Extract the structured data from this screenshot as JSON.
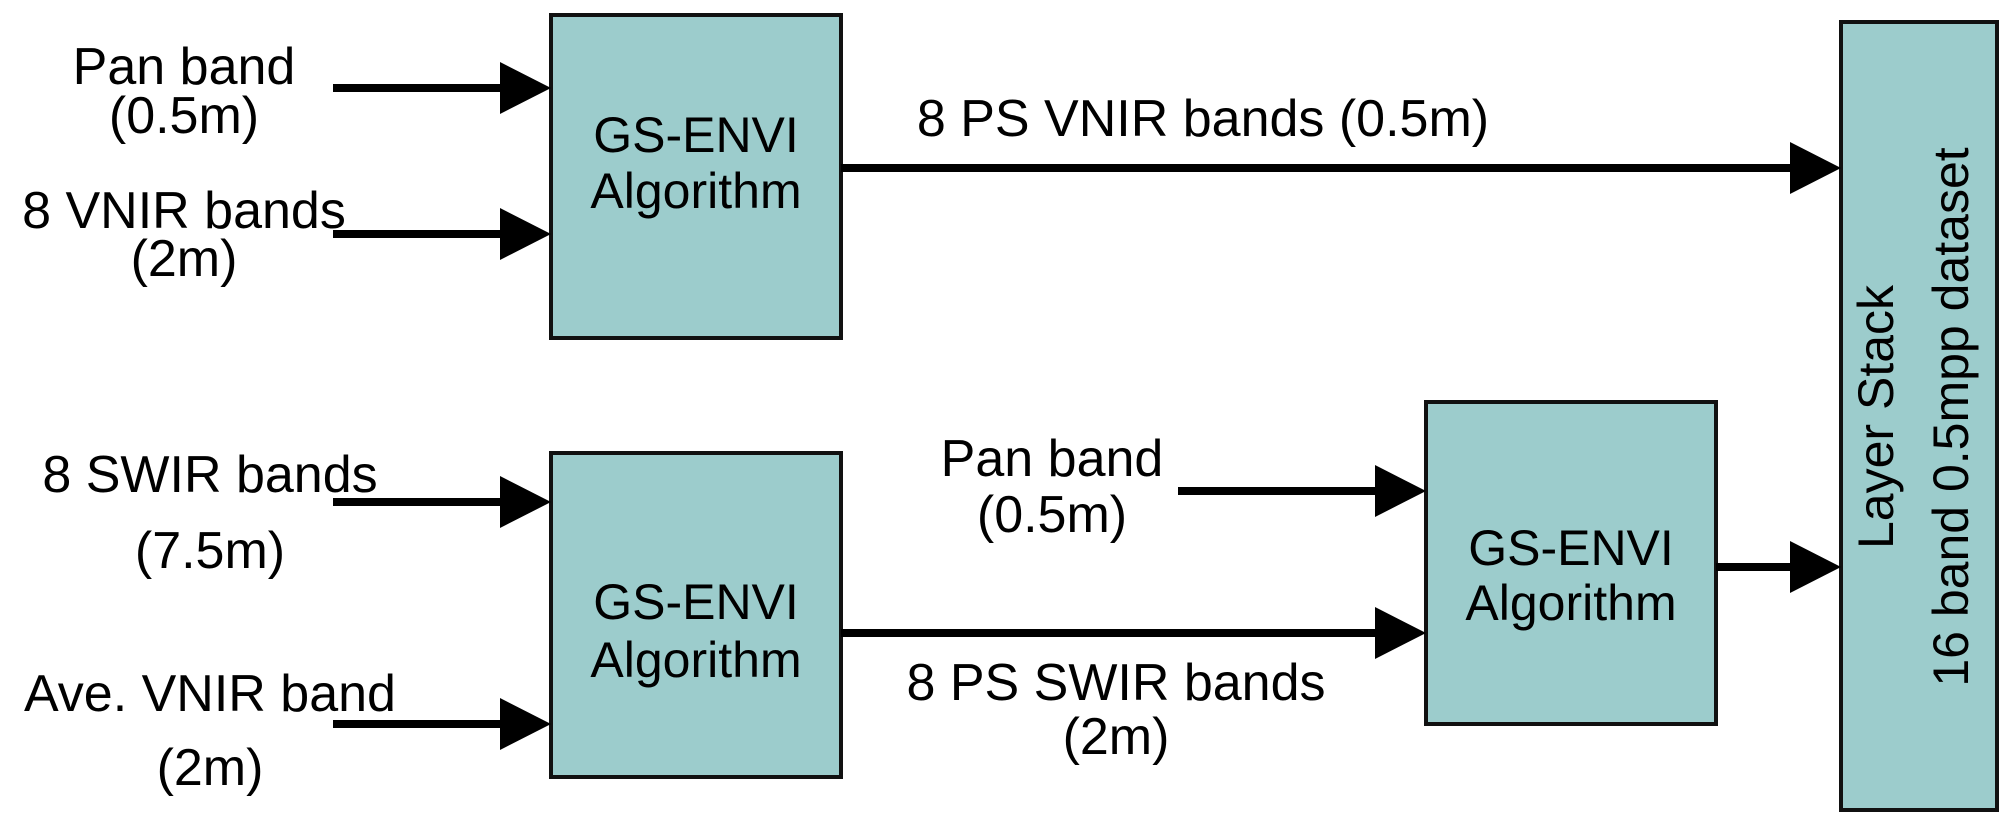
{
  "inputs_top": {
    "pan": {
      "line1": "Pan band",
      "line2": "(0.5m)"
    },
    "vnir": {
      "line1": "8 VNIR bands",
      "line2": "(2m)"
    }
  },
  "inputs_bottom": {
    "swir": {
      "line1": "8 SWIR bands",
      "line2": "(7.5m)"
    },
    "ave_vnir": {
      "line1": "Ave. VNIR band",
      "line2": "(2m)"
    }
  },
  "middle_inputs": {
    "pan": {
      "line1": "Pan band",
      "line2": "(0.5m)"
    },
    "ps_swir": {
      "line1": "8 PS SWIR bands",
      "line2": "(2m)"
    }
  },
  "top_output_label": "8 PS VNIR bands (0.5m)",
  "boxes": {
    "gs_top": {
      "line1": "GS-ENVI",
      "line2": "Algorithm"
    },
    "gs_bottom": {
      "line1": "GS-ENVI",
      "line2": "Algorithm"
    },
    "gs_right": {
      "line1": "GS-ENVI",
      "line2": "Algorithm"
    },
    "layer_stack": {
      "line1": "Layer Stack",
      "line2": "16 band 0.5mpp dataset"
    }
  },
  "colors": {
    "box_fill": "#9ccccc",
    "stroke": "#111111"
  }
}
